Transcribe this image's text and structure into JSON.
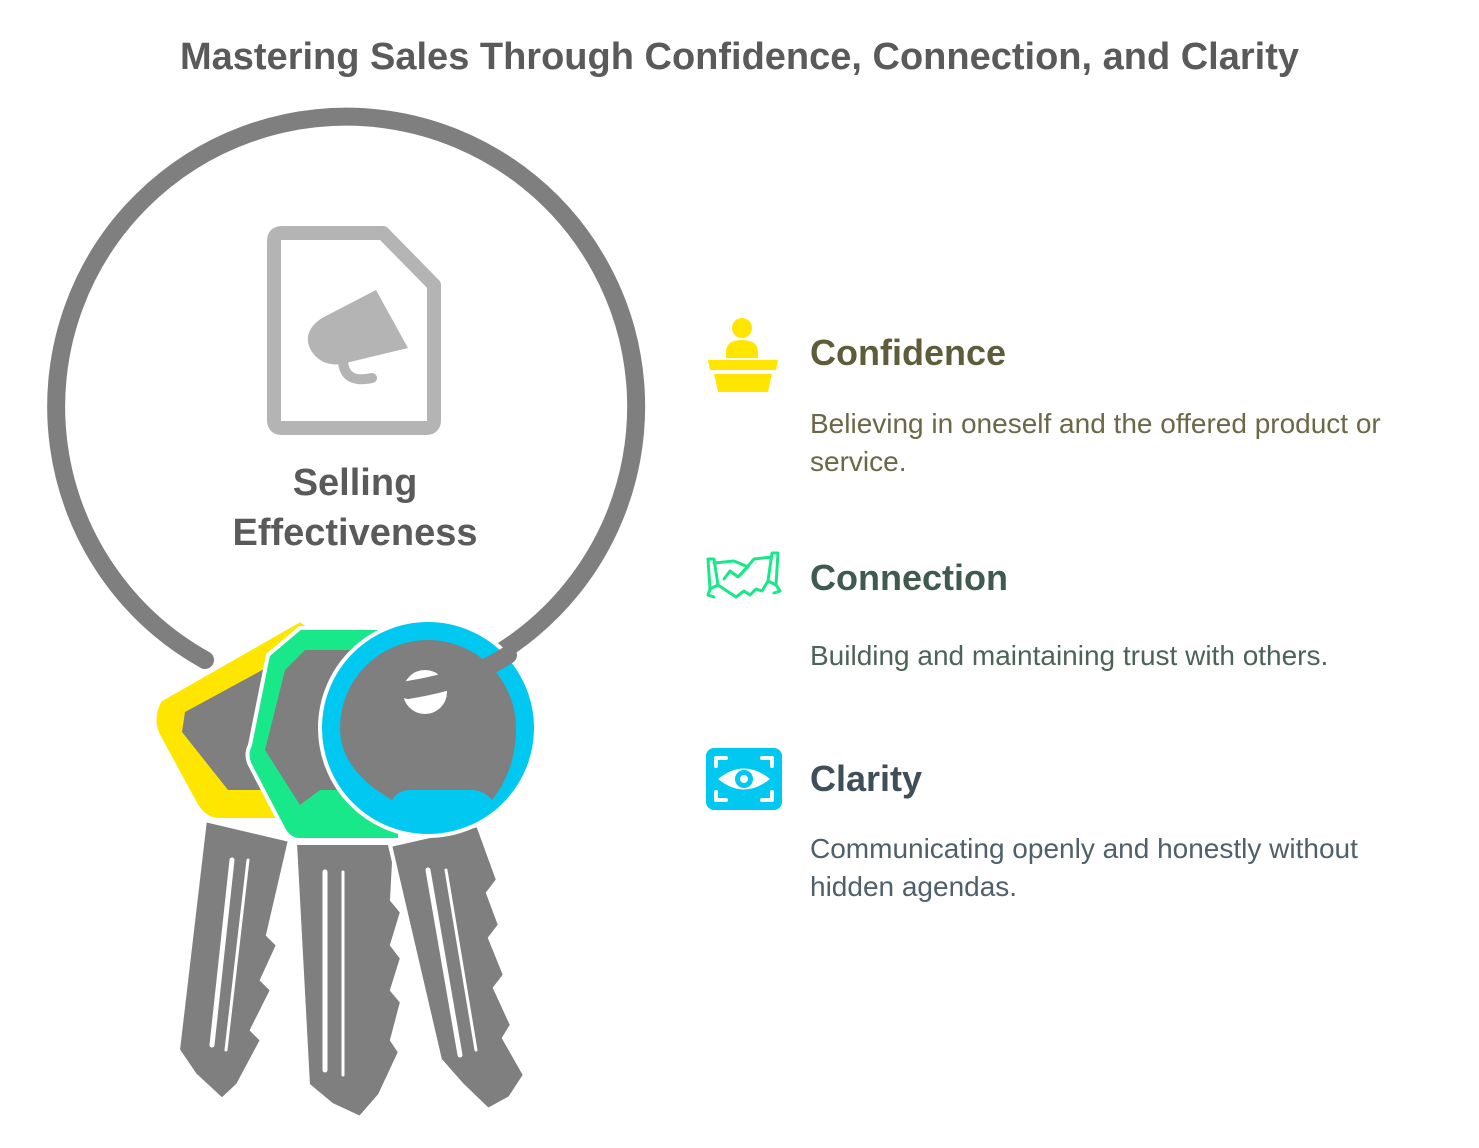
{
  "title": "Mastering Sales Through Confidence, Connection, and Clarity",
  "center": {
    "line1": "Selling",
    "line2": "Effectiveness",
    "icon": "megaphone-document-icon"
  },
  "colors": {
    "gray": "#7f7f7f",
    "light_gray": "#b4b4b4",
    "yellow": "#ffe600",
    "green": "#19e88a",
    "cyan": "#00c8f0"
  },
  "items": [
    {
      "heading": "Confidence",
      "description": "Believing in oneself and the offered product or service.",
      "icon": "speaker-podium-icon",
      "color": "#ffe600"
    },
    {
      "heading": "Connection",
      "description": "Building and maintaining trust with others.",
      "icon": "handshake-icon",
      "color": "#19e88a"
    },
    {
      "heading": "Clarity",
      "description": "Communicating openly and honestly without hidden agendas.",
      "icon": "eye-focus-icon",
      "color": "#00c8f0"
    }
  ]
}
